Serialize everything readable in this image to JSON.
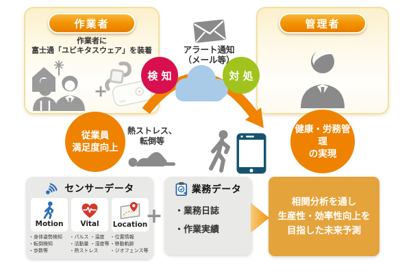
{
  "worker_panel": {
    "title": "作業者",
    "subtitle_line1": "作業者に",
    "subtitle_line2": "富士通「ユビキタスウェア」を装着",
    "plus": "+"
  },
  "manager_panel": {
    "title": "管理者"
  },
  "alert_label": {
    "line1": "アラート通知",
    "line2": "（メール等）"
  },
  "detect_badge": {
    "label": "検 知"
  },
  "handle_badge": {
    "label": "対 処"
  },
  "satisfaction_circle": {
    "line1": "従業員",
    "line2": "満足度向上"
  },
  "health_circle": {
    "line1": "健康・労務管理",
    "line2": "の実現"
  },
  "stress_label": {
    "line1": "熱ストレス、",
    "line2": "転倒等"
  },
  "sensor_panel": {
    "title": "センサーデータ",
    "categories": [
      {
        "label": "Motion",
        "icon": "walking-person-icon",
        "items": [
          "・身体姿勢検知",
          "・転倒検知",
          "・歩数等"
        ]
      },
      {
        "label": "Vital",
        "icon": "heart-pulse-icon",
        "items": [
          "・パルス ・温度",
          "・活動量 ・湿度等",
          "・熱ストレス"
        ]
      },
      {
        "label": "Location",
        "icon": "map-pin-icon",
        "items": [
          "・位置情報",
          "・移動軌跡",
          "・ジオフェンス等"
        ]
      }
    ]
  },
  "plus_separator": "+",
  "business_panel": {
    "title": "業務データ",
    "items": [
      "・業務日誌",
      "・作業実績"
    ]
  },
  "future_panel": {
    "line1": "相関分析を通し",
    "line2": "生産性・効率性向上を",
    "line3": "目指した未来予測"
  },
  "colors": {
    "accent_orange": "#ef8200",
    "panel_cream": "#fcf0cb",
    "detect_red": "#d8104f",
    "handle_green": "#a1c31d",
    "cloud_blue": "#a9cbe8",
    "icon_gray": "#8a8a8a",
    "future_box_orange": "#e5a33c",
    "motion_blue": "#2e6db4",
    "vital_red": "#d6362a",
    "phone_navy": "#15536f"
  }
}
